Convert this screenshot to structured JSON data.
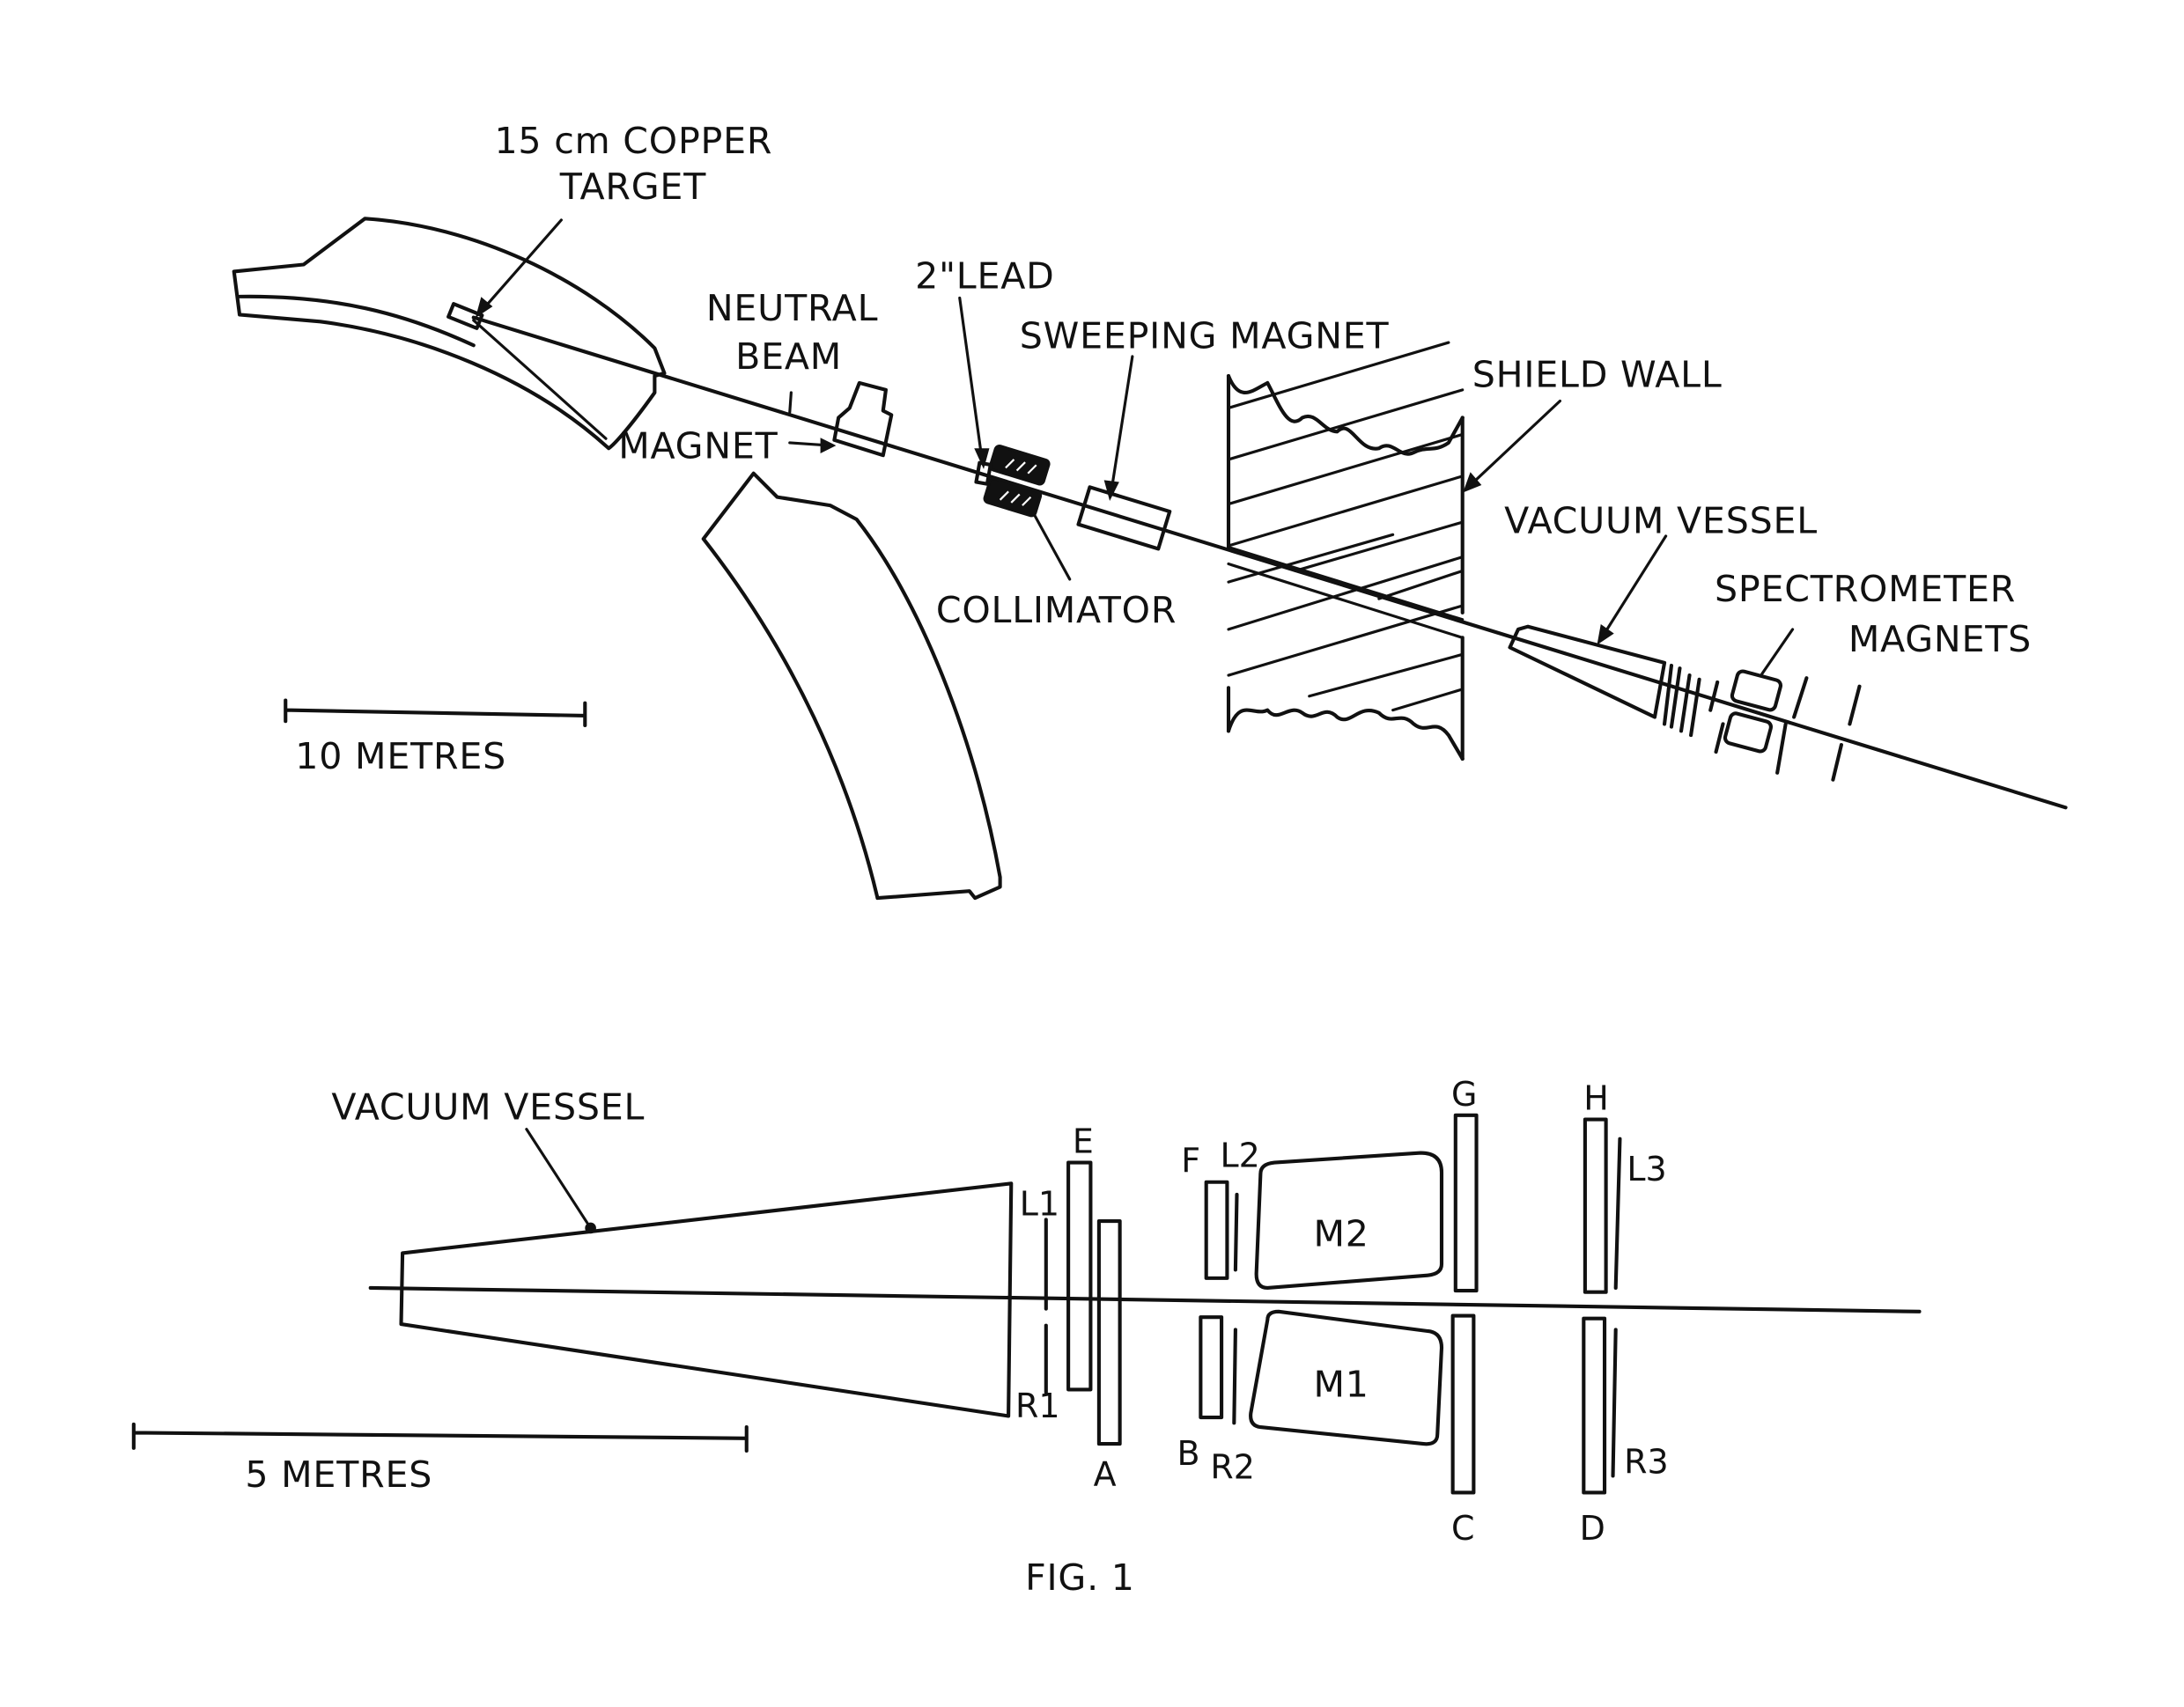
{
  "figure": {
    "caption": "FIG. 1",
    "overview": {
      "labels": {
        "target_line1": "15 cm COPPER",
        "target_line2": "TARGET",
        "neutral_beam_line1": "NEUTRAL",
        "neutral_beam_line2": "BEAM",
        "magnet": "MAGNET",
        "lead": "2\"LEAD",
        "sweeping_magnet": "SWEEPING MAGNET",
        "collimator": "COLLIMATOR",
        "shield_wall": "SHIELD WALL",
        "vacuum_vessel": "VACUUM VESSEL",
        "spectrometer_line1": "SPECTROMETER",
        "spectrometer_line2": "MAGNETS"
      },
      "scale_bar": {
        "label": "10 METRES",
        "length_m": 10
      }
    },
    "detail": {
      "labels": {
        "vacuum_vessel": "VACUUM VESSEL",
        "L1": "L1",
        "R1": "R1",
        "E": "E",
        "A": "A",
        "F": "F",
        "L2": "L2",
        "B": "B",
        "R2": "R2",
        "M2": "M2",
        "M1": "M1",
        "G": "G",
        "C": "C",
        "H": "H",
        "L3": "L3",
        "R3": "R3",
        "D": "D"
      },
      "scale_bar": {
        "label": "5 METRES",
        "length_m": 5
      }
    }
  }
}
